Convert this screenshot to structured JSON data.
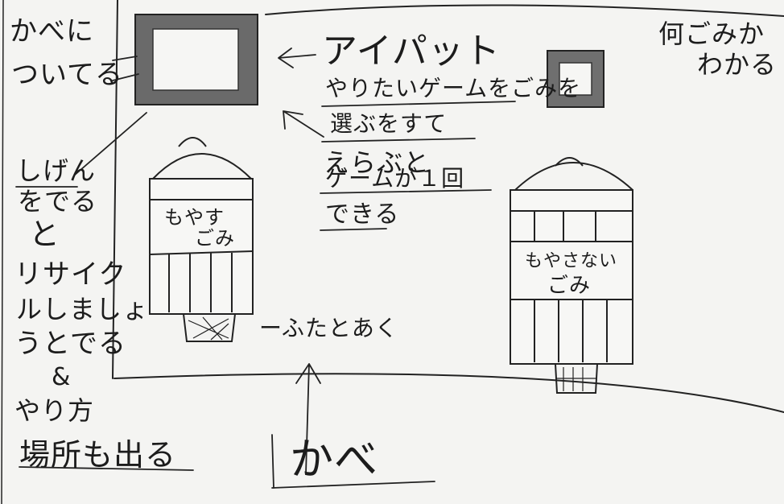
{
  "annotations": {
    "wall_mounted": [
      "かべに",
      "ついてる"
    ],
    "ipad": "アイパット",
    "what_trash": [
      "何ごみか",
      "わかる"
    ],
    "ipad_actions": [
      "やりたいゲームをごみを",
      "選ぶをすて",
      "えらぶと",
      "ゲームが１回",
      "できる"
    ],
    "trash_left_label": [
      "もやす",
      "ごみ"
    ],
    "trash_right_label": [
      "もやさない",
      "ごみ"
    ],
    "lid_note": "ーふたとあく",
    "left_notes": [
      "しげん",
      "をでる",
      "と",
      "リサイク",
      "ルしましょ",
      "うとでる",
      "&",
      "やり方",
      "場所も出る"
    ],
    "wall_label": "かべ"
  }
}
